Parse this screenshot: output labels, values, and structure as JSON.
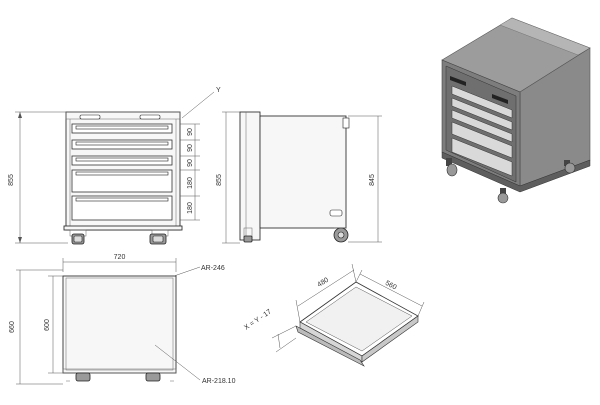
{
  "dimensions": {
    "front_height": "855",
    "drawer_heights": [
      "90",
      "90",
      "90",
      "180",
      "180"
    ],
    "section_label": "Y",
    "side_height": "855",
    "side_height_inner": "845",
    "top_width": "720",
    "top_depth_outer": "660",
    "top_depth_inner": "600",
    "ref_top": "AR-246",
    "ref_bottom": "AR-218.10",
    "drawer_depth": "480",
    "drawer_width": "560",
    "drawer_formula": "X = Y - 17"
  },
  "colors": {
    "iso_top": "#9c9c9c",
    "iso_side": "#8a8a8a",
    "iso_front": "#7d7d7d",
    "line": "#444444"
  }
}
